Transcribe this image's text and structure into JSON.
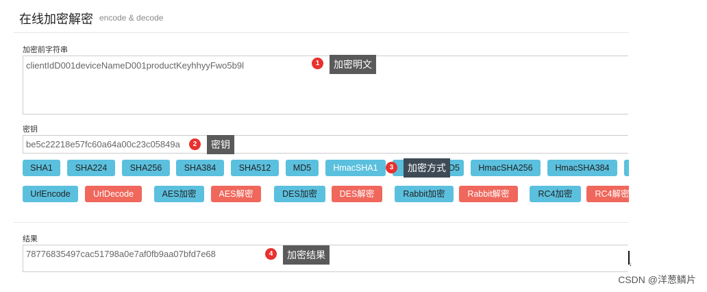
{
  "header": {
    "title": "在线加密解密",
    "subtitle": "encode & decode"
  },
  "input": {
    "label": "加密前字符串",
    "value": "clientIdD001deviceNameD001productKeyhhyyFwo5b9l"
  },
  "key": {
    "label": "密钥",
    "value": "be5c22218e57fc60a64a00c23c05849a"
  },
  "buttons_row1": [
    "SHA1",
    "SHA224",
    "SHA256",
    "SHA384",
    "SHA512",
    "MD5",
    "HmacSHA1",
    "HmacMD5",
    "HmacSHA256",
    "HmacSHA384"
  ],
  "buttons_row2": [
    "UrlEncode",
    "UrlDecode",
    "AES加密",
    "AES解密",
    "DES加密",
    "DES解密",
    "Rabbit加密",
    "Rabbit解密",
    "RC4加密",
    "RC4解密"
  ],
  "result": {
    "label": "结果",
    "value": "78776835497cac51798a0e7af0fb9aa07bfd7e68"
  },
  "annotations": [
    {
      "num": "1",
      "text": "加密明文"
    },
    {
      "num": "2",
      "text": "密钥"
    },
    {
      "num": "3",
      "text": "加密方式"
    },
    {
      "num": "4",
      "text": "加密结果"
    }
  ],
  "watermark": "CSDN @洋葱鳞片",
  "colors": {
    "blue_button": "#5bc0de",
    "red_button": "#f0675c",
    "badge": "#e8312f",
    "tooltip": "#5a5a5a"
  }
}
